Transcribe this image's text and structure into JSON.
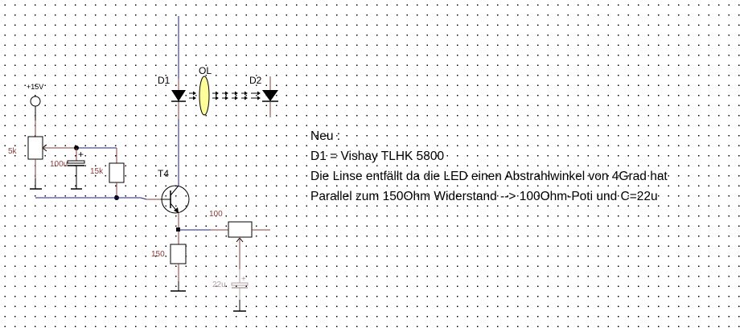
{
  "diagram": {
    "title": "Schaltplan LED-Treiber mit Linse",
    "colors": {
      "wire_blue": "#1a1a8c",
      "wire_red": "#8b3a3a",
      "component": "#000000",
      "lens_fill": "#ffff99",
      "cap_gray": "#b0a0a0",
      "grid_dot": "#000000"
    },
    "components": {
      "supply": {
        "label": "+15V"
      },
      "pot_5k": {
        "label": "5k"
      },
      "cap_100u": {
        "label": "100u",
        "polarity": "+"
      },
      "res_15k": {
        "label": "15k"
      },
      "transistor": {
        "label": "T4"
      },
      "led_d1": {
        "label": "D1"
      },
      "lens": {
        "label": "OL"
      },
      "diode_d2": {
        "label": "D2"
      },
      "pot_100": {
        "label": "100"
      },
      "res_150": {
        "label": "150"
      },
      "cap_22u": {
        "label": "22u",
        "polarity": "+"
      }
    },
    "notes": [
      "Neu :",
      "D1 = Vishay TLHK 5800",
      "Die Linse entfällt da die LED einen Abstrahlwinkel von 4Grad hat",
      "Parallel zum 150Ohm Widerstand --> 100Ohm-Poti und C=22u"
    ]
  }
}
